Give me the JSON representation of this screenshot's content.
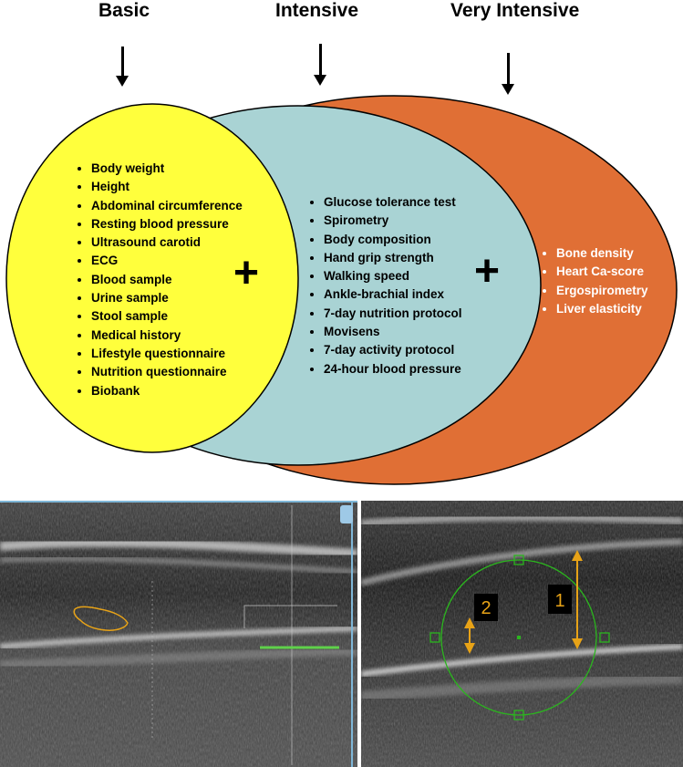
{
  "levels": {
    "basic": {
      "title": "Basic",
      "items": [
        "Body weight",
        "Height",
        "Abdominal circumference",
        "Resting blood pressure",
        "Ultrasound carotid",
        "ECG",
        "Blood sample",
        "Urine sample",
        "Stool sample",
        "Medical history",
        "Lifestyle questionnaire",
        "Nutrition questionnaire",
        "Biobank"
      ]
    },
    "intensive": {
      "title": "Intensive",
      "items": [
        "Glucose tolerance test",
        "Spirometry",
        "Body composition",
        "Hand grip strength",
        "Walking speed",
        "Ankle-brachial index",
        "7-day nutrition protocol",
        "Movisens",
        "7-day activity protocol",
        "24-hour blood pressure"
      ]
    },
    "very_intensive": {
      "title": "Very Intensive",
      "items": [
        "Bone density",
        "Heart Ca-score",
        "Ergospirometry",
        "Liver elasticity"
      ]
    }
  },
  "plus_sign": "+",
  "colors": {
    "basic": "#ffff3c",
    "intensive": "#a9d3d4",
    "very_intensive": "#e06f35",
    "very_intensive_text": "#ffffff",
    "annotation": "#e8a317",
    "roi_circle": "#2bb51e",
    "trace": "#5fd14a"
  },
  "ultrasound": {
    "marker_1": "1",
    "marker_2": "2"
  }
}
